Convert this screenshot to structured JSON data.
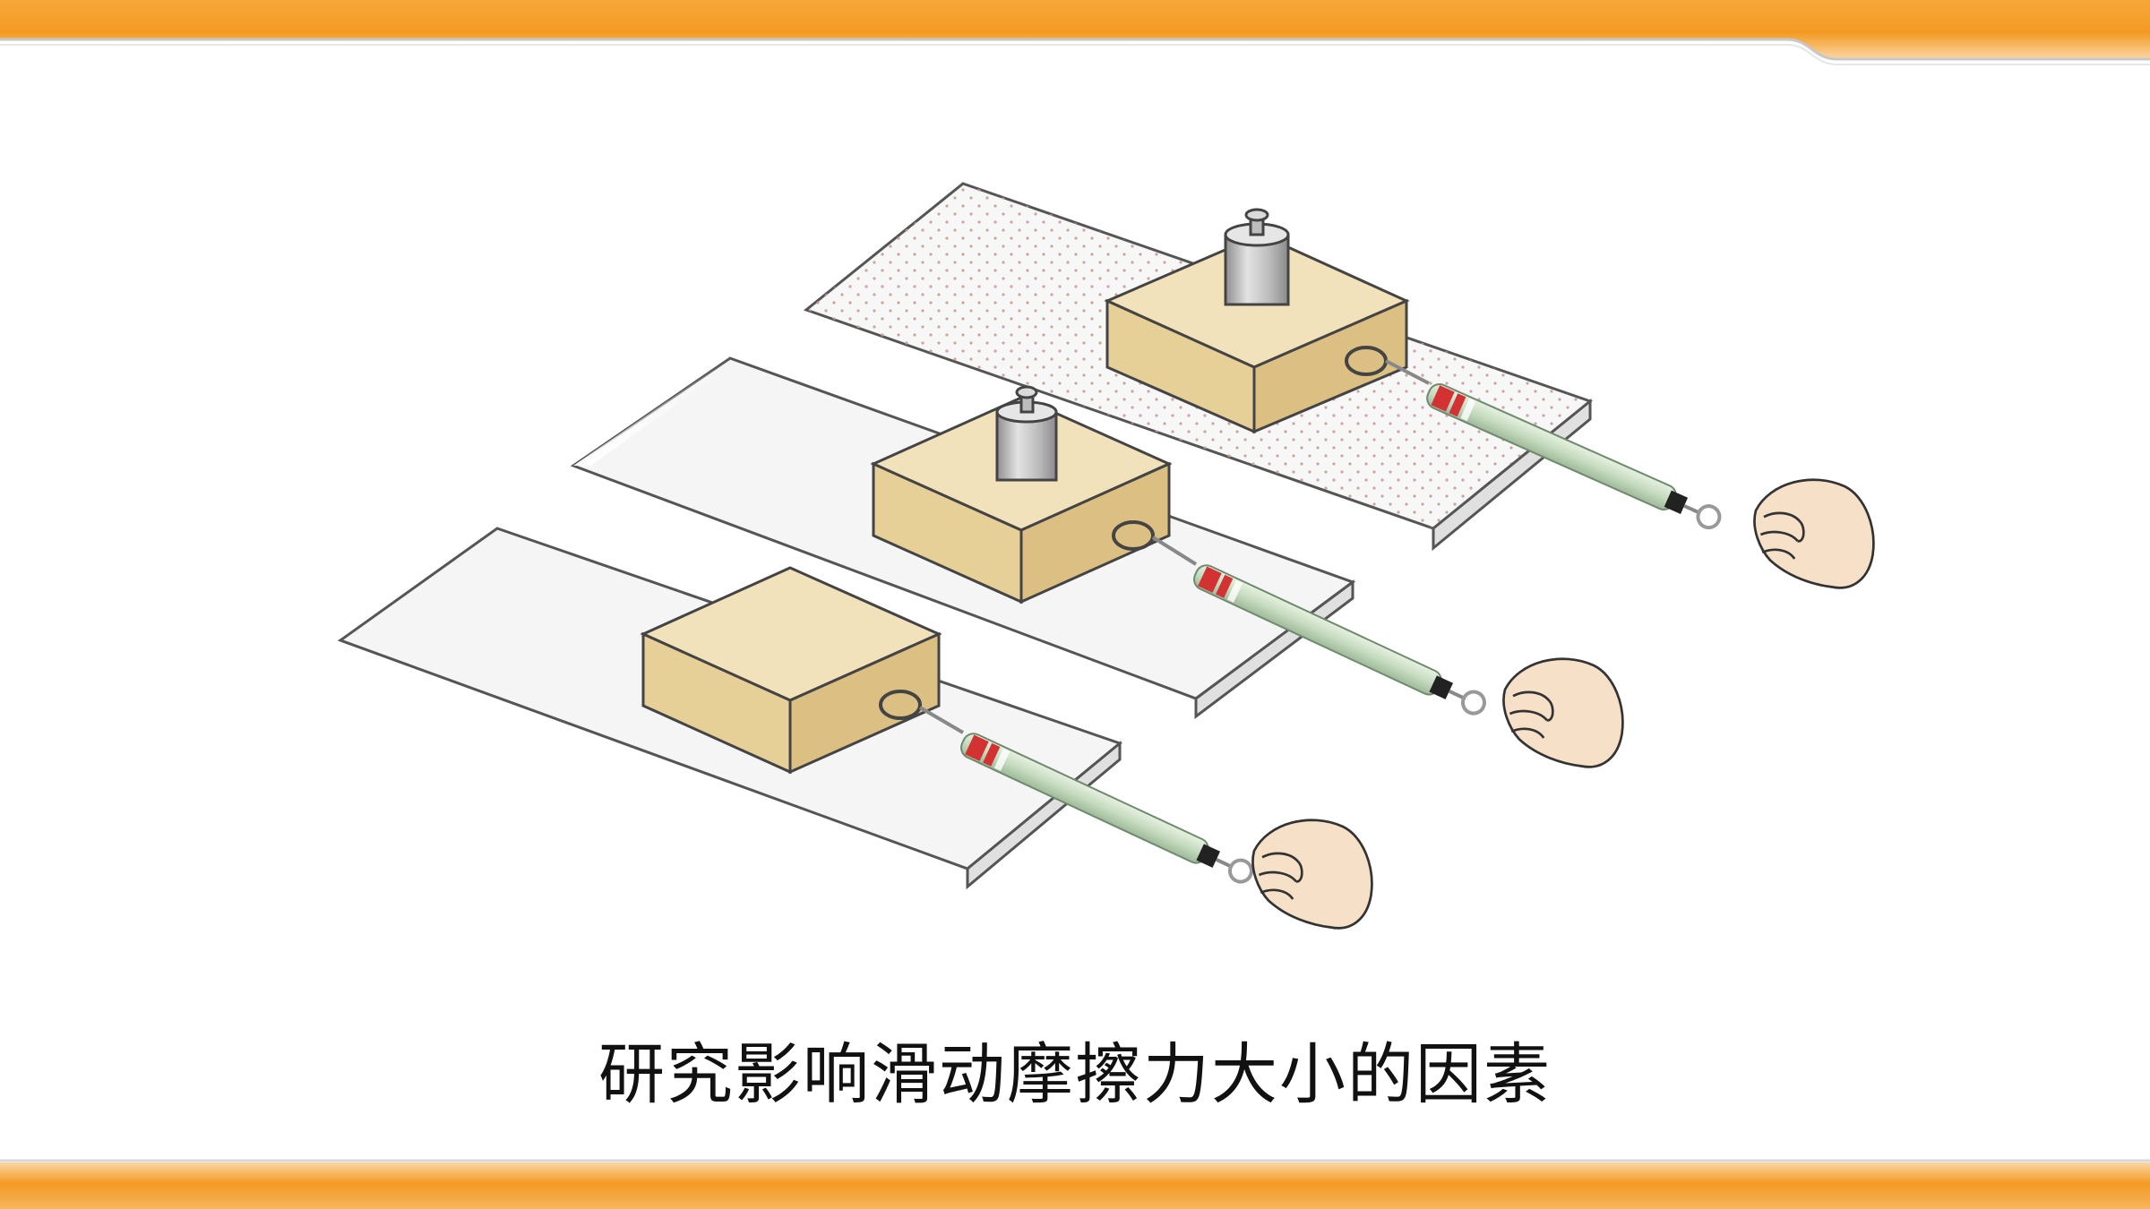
{
  "slide": {
    "caption": "研究影响滑动摩擦力大小的因素"
  },
  "colors": {
    "header_orange": "#f39a24",
    "header_light": "#fbd7a4",
    "block_face": "#e7cf98",
    "block_top": "#f2e2bb",
    "board": "#f5f5f5",
    "spring_scale": "#c7dcc0",
    "scale_red": "#d23232",
    "weight_metal": "#b9b9b9",
    "skin": "#f6e0c8"
  },
  "icons": {
    "header": "orange-stripe",
    "footer": "orange-stripe",
    "weight": "cylinder-weight-icon",
    "hand": "hand-icon"
  },
  "setups": [
    {
      "id": "smooth-board-no-weight",
      "has_weight": false,
      "rough_surface": false
    },
    {
      "id": "smooth-board-with-weight",
      "has_weight": true,
      "rough_surface": false
    },
    {
      "id": "rough-board-with-weight",
      "has_weight": true,
      "rough_surface": true
    }
  ]
}
